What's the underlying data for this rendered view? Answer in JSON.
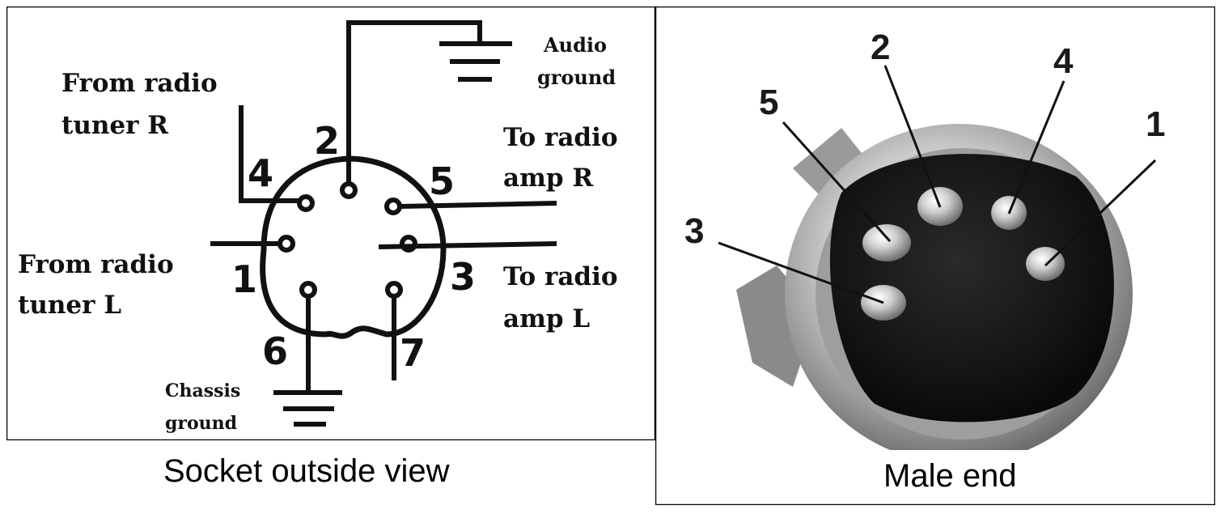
{
  "left_panel": {
    "caption": "Socket outside view",
    "labels": {
      "audio_ground_1": "Audio",
      "audio_ground_2": "ground",
      "from_tuner_r_1": "From radio",
      "from_tuner_r_2": "tuner R",
      "to_amp_r_1": "To radio",
      "to_amp_r_2": "amp R",
      "from_tuner_l_1": "From radio",
      "from_tuner_l_2": "tuner L",
      "to_amp_l_1": "To radio",
      "to_amp_l_2": "amp L",
      "chassis_ground_1": "Chassis",
      "chassis_ground_2": "ground"
    },
    "pins": {
      "p1": "1",
      "p2": "2",
      "p3": "3",
      "p4": "4",
      "p5": "5",
      "p6": "6",
      "p7": "7"
    }
  },
  "right_panel": {
    "caption": "Male end",
    "pins": {
      "p1": "1",
      "p2": "2",
      "p3": "3",
      "p4": "4",
      "p5": "5"
    }
  }
}
